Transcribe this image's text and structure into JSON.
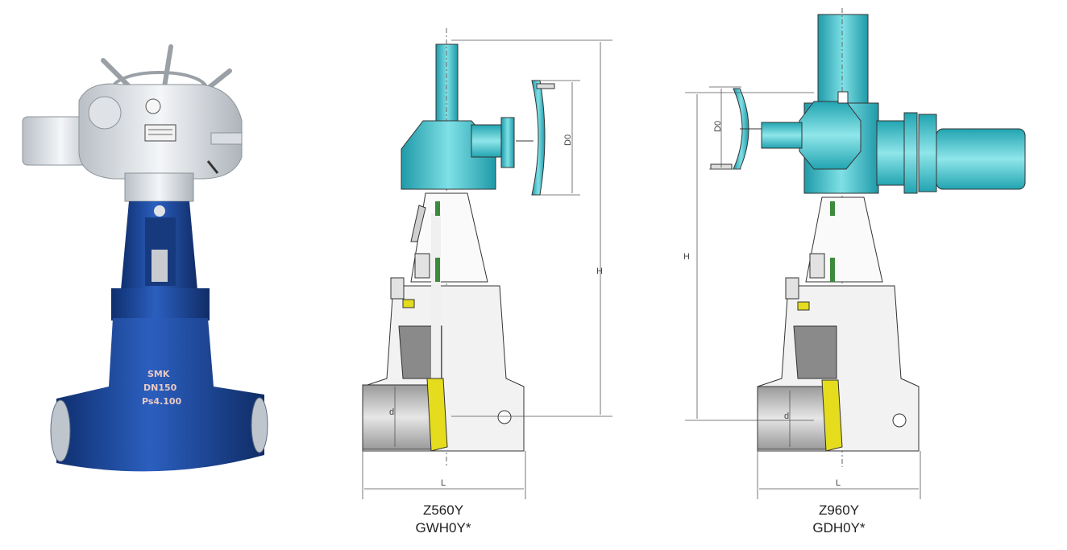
{
  "photo": {
    "body_marking": [
      "SMK",
      "DN150",
      "Ps4.100"
    ]
  },
  "drawing_left": {
    "model_line1": "Z560Y",
    "model_line2": "GWH0Y*",
    "dims": {
      "height": "H",
      "wheel": "D0",
      "bore": "d",
      "length": "L"
    }
  },
  "drawing_right": {
    "model_line1": "Z960Y",
    "model_line2": "GDH0Y*",
    "dims": {
      "height": "H",
      "wheel": "D0",
      "bore": "d",
      "length": "L"
    }
  },
  "colors": {
    "photo_body": "#1d4a9a",
    "actuator": "#e6eaee",
    "teal": "#33c3cc",
    "teal_dark": "#1f9aa8",
    "body_grey": "#f2f2f2",
    "seat_yellow": "#e5dc1e",
    "packing_green": "#3c8a3c"
  }
}
